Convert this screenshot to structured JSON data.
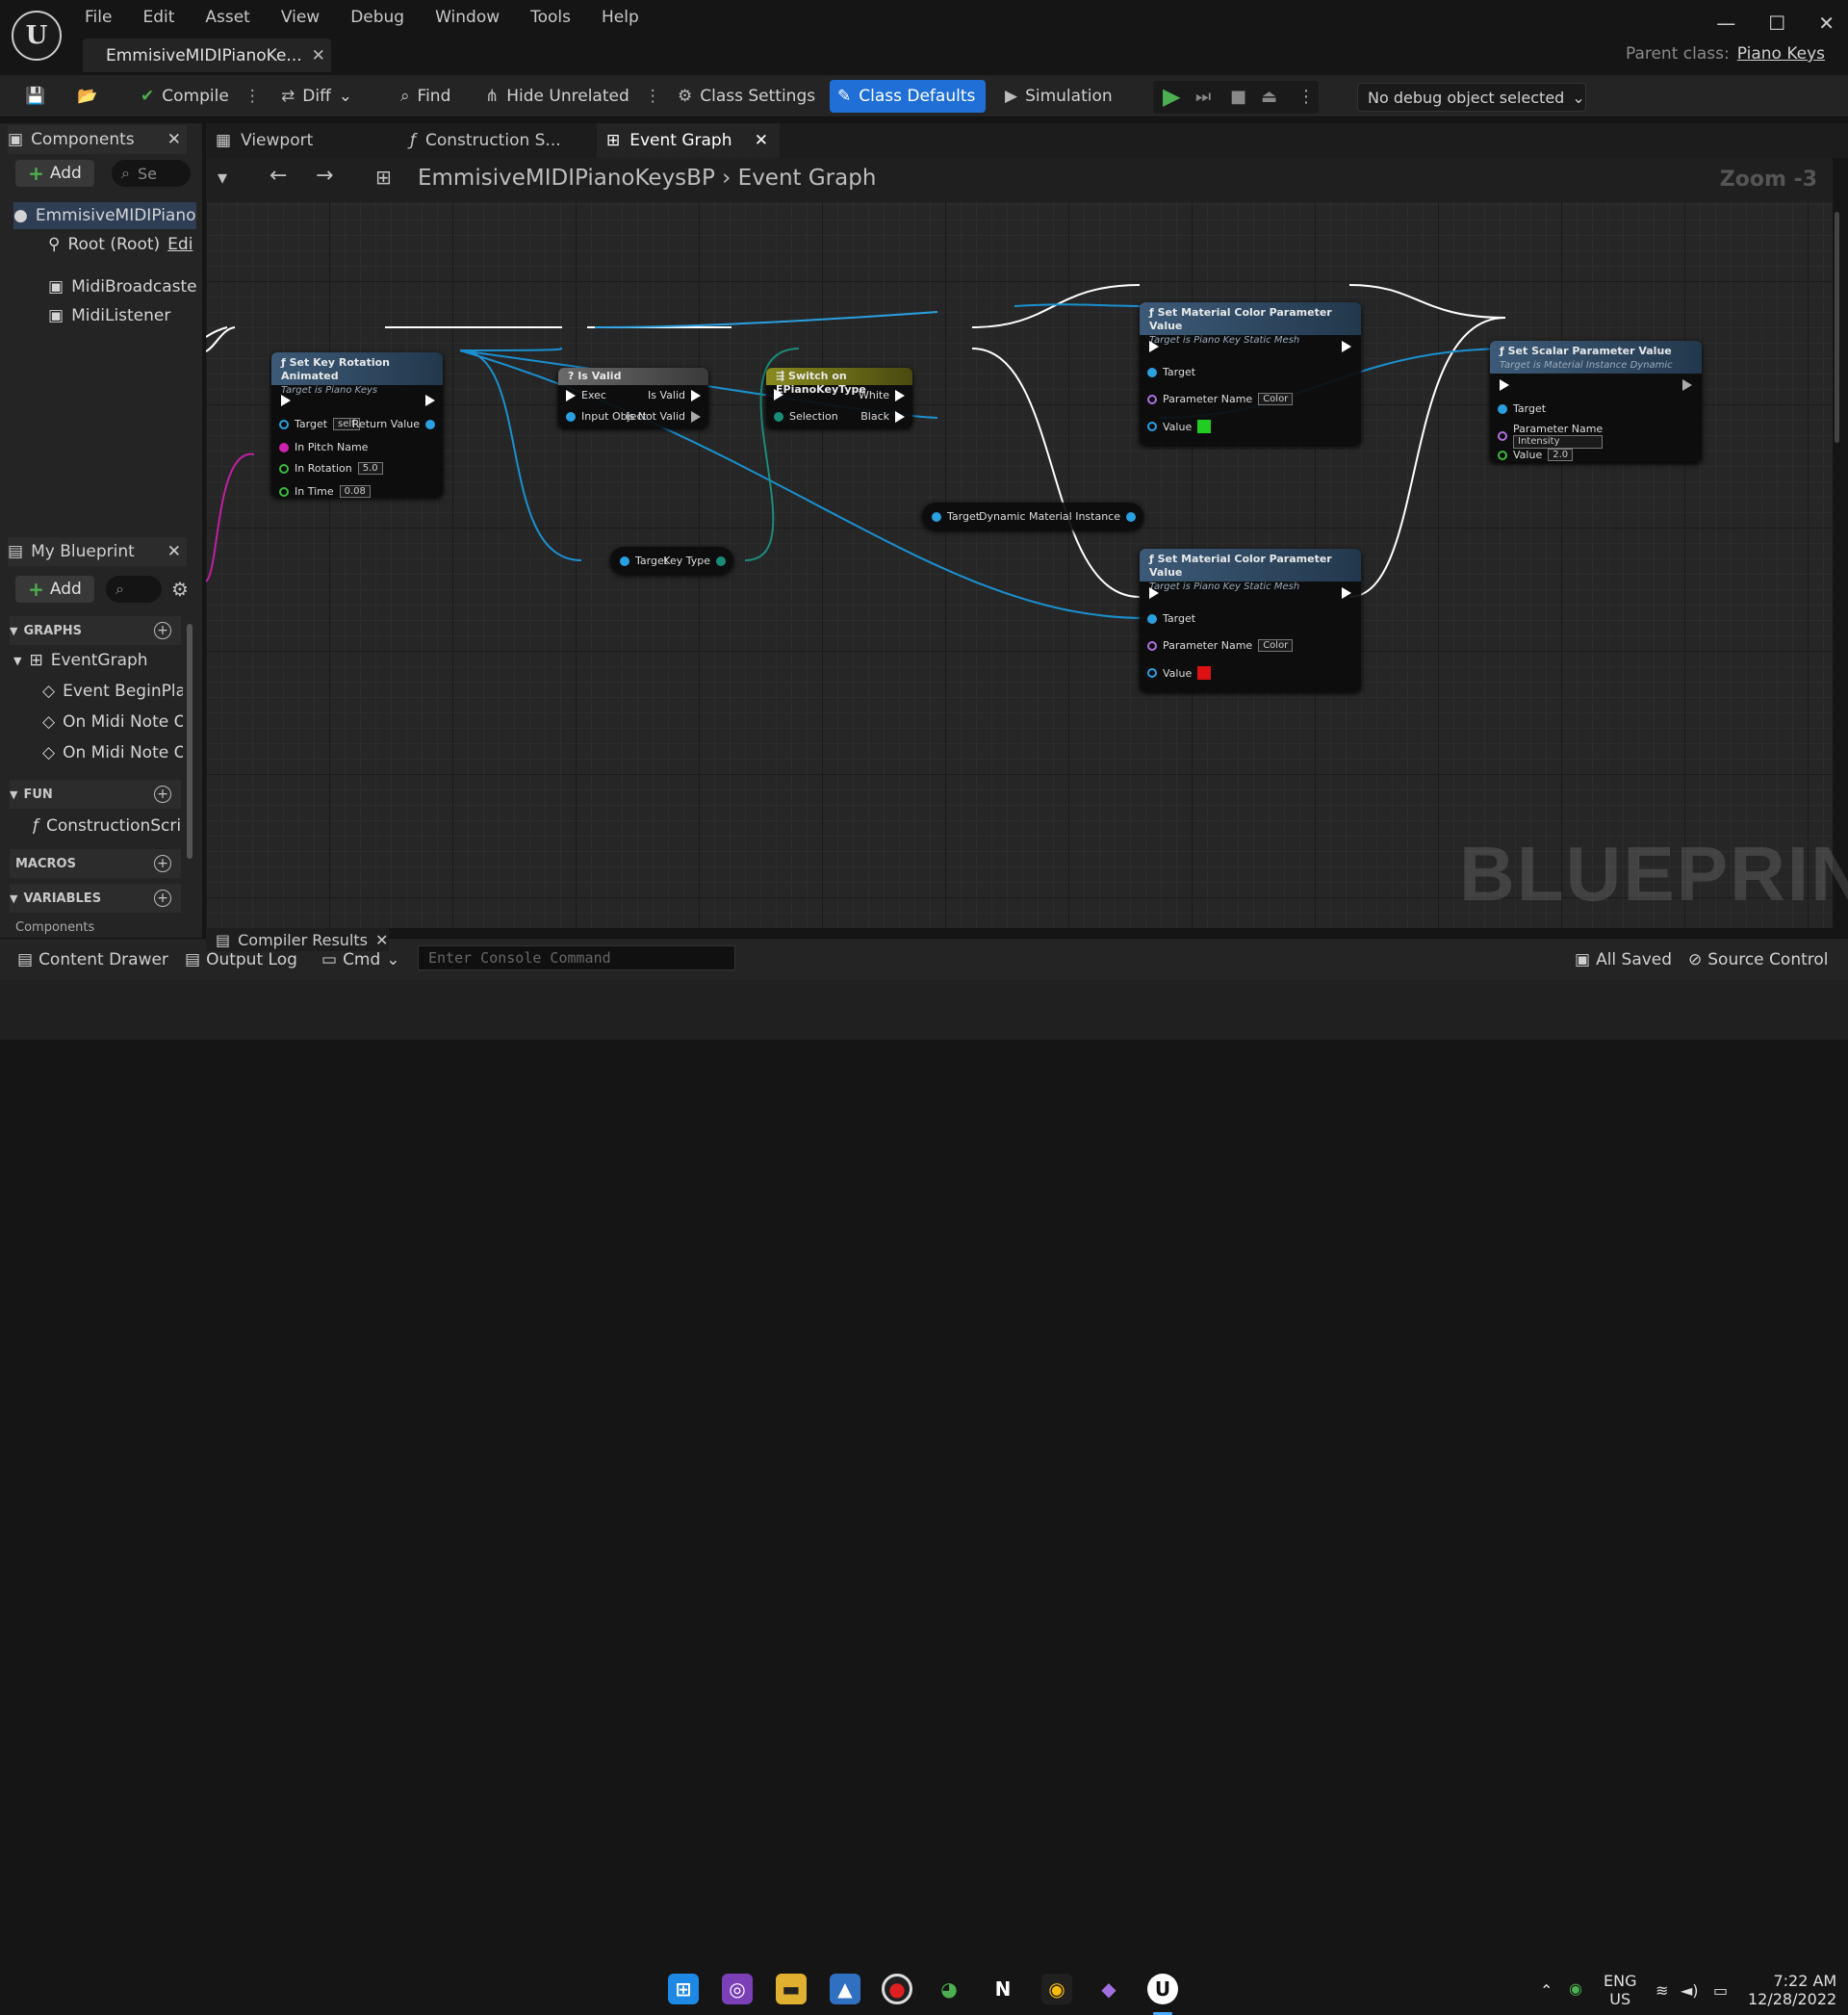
{
  "menu": [
    "File",
    "Edit",
    "Asset",
    "View",
    "Debug",
    "Window",
    "Tools",
    "Help"
  ],
  "doc_tab": {
    "title": "EmmisiveMIDIPianoKe..."
  },
  "parent_class": {
    "label": "Parent class:",
    "value": "Piano Keys"
  },
  "toolbar": {
    "compile": "Compile",
    "diff": "Diff",
    "find": "Find",
    "hide_unrelated": "Hide Unrelated",
    "class_settings": "Class Settings",
    "class_defaults": "Class Defaults",
    "simulation": "Simulation",
    "debug_select": "No debug object selected"
  },
  "components_panel": {
    "title": "Components",
    "add": "Add",
    "search_placeholder": "Se",
    "items": [
      "EmmisiveMIDIPiano",
      "Root (Root)",
      "Edi",
      "MidiBroadcaster",
      "MidiListener"
    ]
  },
  "my_blueprint": {
    "title": "My Blueprint",
    "add": "Add",
    "sections": {
      "graphs": "GRAPHS",
      "functions": "FUN",
      "macros": "MACROS",
      "variables": "VARIABLES",
      "components": "Components"
    },
    "graph_items": [
      "EventGraph",
      "Event BeginPla",
      "On Midi Note O",
      "On Midi Note O"
    ],
    "function_items": [
      "ConstructionScri"
    ]
  },
  "editor_tabs": [
    "Viewport",
    "Construction S...",
    "Event Graph"
  ],
  "breadcrumb": {
    "blueprint": "EmmisiveMIDIPianoKeysBP",
    "graph": "Event Graph"
  },
  "zoom": "Zoom -3",
  "watermark": "BLUEPRINT",
  "nodes": {
    "set_key_rotation": {
      "title": "Set Key Rotation Animated",
      "subtitle": "Target is Piano Keys",
      "target": "Target",
      "target_val": "self",
      "return": "Return Value",
      "pitch": "In Pitch Name",
      "rotation": "In Rotation",
      "rotation_val": "5.0",
      "time": "In Time",
      "time_val": "0.08"
    },
    "is_valid": {
      "title": "Is Valid",
      "exec": "Exec",
      "is_valid": "Is Valid",
      "input": "Input Object",
      "not_valid": "Is Not Valid"
    },
    "switch": {
      "title": "Switch on EPianoKeyType",
      "selection": "Selection",
      "white": "White",
      "black": "Black"
    },
    "get_key_type": {
      "target": "Target",
      "key_type": "Key Type"
    },
    "get_dmi": {
      "target": "Target",
      "out": "Dynamic Material Instance"
    },
    "set_color_top": {
      "title": "Set Material Color Parameter Value",
      "subtitle": "Target is Piano Key Static Mesh",
      "target": "Target",
      "param": "Parameter Name",
      "param_val": "Color",
      "value": "Value",
      "color": "#22cc22"
    },
    "set_color_bottom": {
      "title": "Set Material Color Parameter Value",
      "subtitle": "Target is Piano Key Static Mesh",
      "target": "Target",
      "param": "Parameter Name",
      "param_val": "Color",
      "value": "Value",
      "color": "#dd1111"
    },
    "set_scalar": {
      "title": "Set Scalar Parameter Value",
      "subtitle": "Target is Material Instance Dynamic",
      "target": "Target",
      "param": "Parameter Name",
      "param_val": "Intensity",
      "value": "Value",
      "value_val": "2.0"
    }
  },
  "bottom": {
    "content_drawer": "Content Drawer",
    "output_log": "Output Log",
    "cmd": "Cmd",
    "console_placeholder": "Enter Console Command",
    "compiler_results": "Compiler Results",
    "all_saved": "All Saved",
    "source_control": "Source Control"
  },
  "tray": {
    "lang1": "ENG",
    "lang2": "US",
    "time": "7:22 AM",
    "date": "12/28/2022"
  }
}
